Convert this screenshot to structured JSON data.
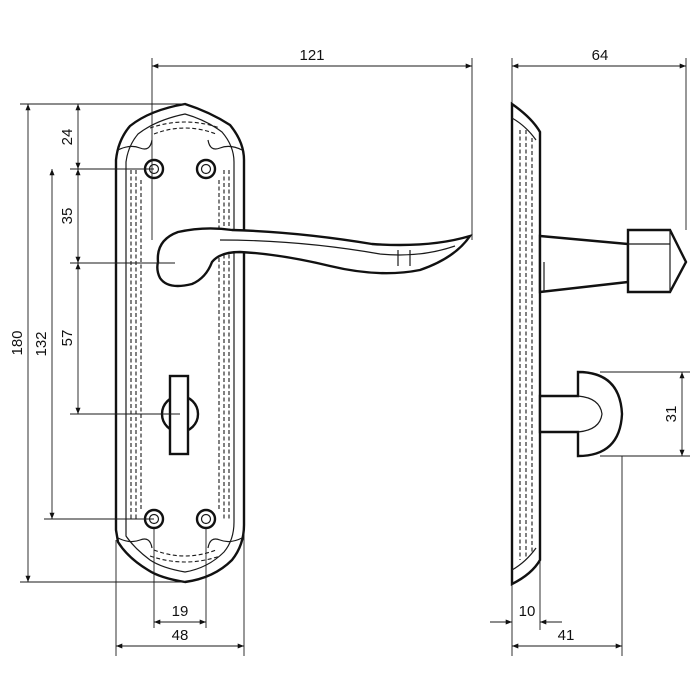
{
  "dimensions": {
    "d121": "121",
    "d64": "64",
    "d24": "24",
    "d35": "35",
    "d57": "57",
    "d132": "132",
    "d180": "180",
    "d31": "31",
    "d19": "19",
    "d48": "48",
    "d10": "10",
    "d41": "41"
  }
}
